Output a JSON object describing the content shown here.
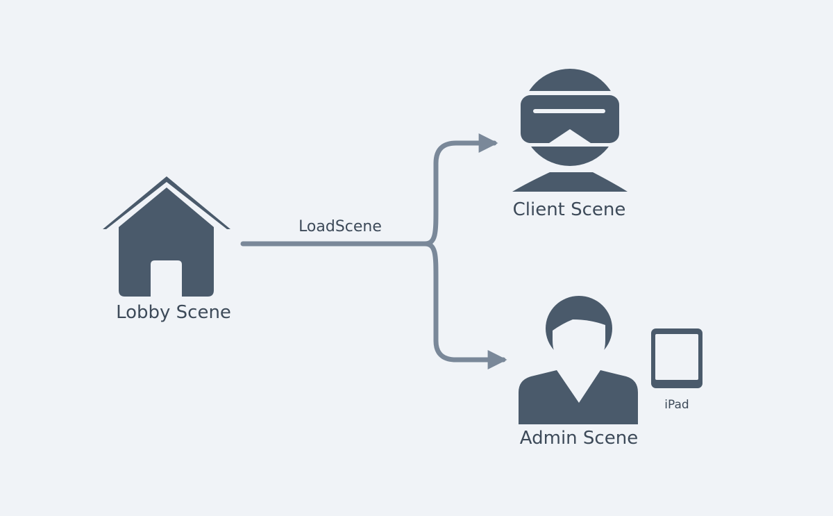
{
  "colors": {
    "background": "#f0f3f7",
    "icon": "#4a5a6b",
    "connector": "#7a8899",
    "text": "#3d4a59"
  },
  "nodes": {
    "lobby": {
      "label": "Lobby Scene",
      "icon": "house-icon"
    },
    "client": {
      "label": "Client Scene",
      "icon": "vr-headset-user-icon"
    },
    "admin": {
      "label": "Admin Scene",
      "icon": "person-user-icon"
    },
    "ipad": {
      "label": "iPad",
      "icon": "tablet-icon"
    }
  },
  "edges": {
    "load": {
      "label": "LoadScene"
    }
  }
}
